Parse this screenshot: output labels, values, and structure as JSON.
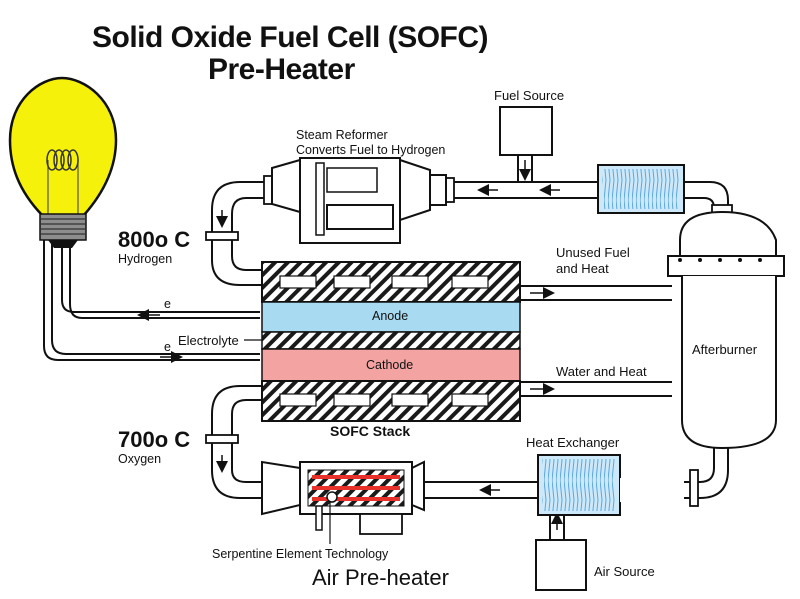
{
  "title": {
    "line1": "Solid Oxide Fuel Cell (SOFC)",
    "line2": "Pre-Heater"
  },
  "labels": {
    "fuel_source": "Fuel Source",
    "steam_reformer_1": "Steam Reformer",
    "steam_reformer_2": "Converts Fuel to Hydrogen",
    "hydrogen_temp_value": "800",
    "hydrogen_temp_unit": "o C",
    "hydrogen": "Hydrogen",
    "oxygen_temp_value": "700",
    "oxygen_temp_unit": "o C",
    "oxygen": "Oxygen",
    "unused_fuel_1": "Unused Fuel",
    "unused_fuel_2": "and Heat",
    "anode": "Anode",
    "electrolyte": "Electrolyte",
    "cathode": "Cathode",
    "water_heat": "Water and Heat",
    "afterburner": "Afterburner",
    "sofc_stack": "SOFC Stack",
    "heat_exchanger": "Heat Exchanger",
    "serpentine": "Serpentine Element Technology",
    "air_preheater": "Air Pre-heater",
    "air_source": "Air Source",
    "electron_1": "e",
    "electron_2": "e"
  },
  "colors": {
    "anode": "#a8daf2",
    "cathode": "#f4a3a3",
    "bulb": "#f5f10a",
    "heater_element": "#e8312a",
    "heat_exchanger_fill": "#cde8f8",
    "heat_exchanger_lines": "#5aa7dc"
  }
}
